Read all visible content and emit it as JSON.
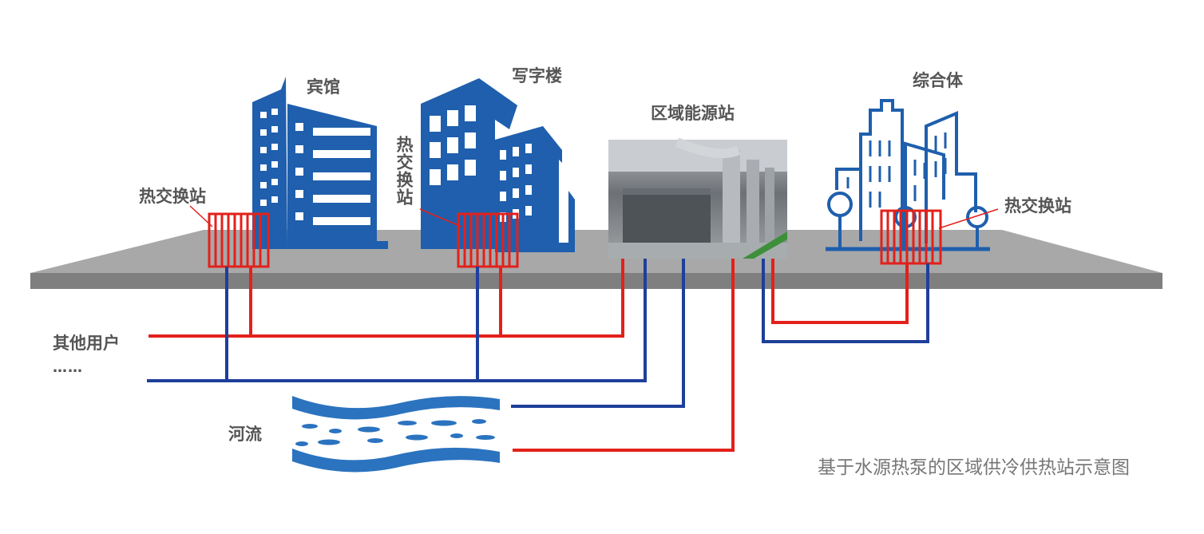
{
  "labels": {
    "hotel": "宾馆",
    "office": "写字楼",
    "energy_station": "区域能源站",
    "complex": "综合体",
    "hx_left": "热交换站",
    "hx_middle": "热交换站",
    "hx_right": "热交换站",
    "other_users": "其他用户",
    "ellipsis": "……",
    "river": "河流"
  },
  "caption": "基于水源热泵的区域供冷供热站示意图",
  "colors": {
    "building_blue": "#1f5fad",
    "pipe_red": "#e3211b",
    "pipe_blue": "#1e3f9a",
    "ground_top": "#a8a8a8",
    "ground_edge": "#7a7a7a",
    "river_blue": "#2b73bf"
  }
}
